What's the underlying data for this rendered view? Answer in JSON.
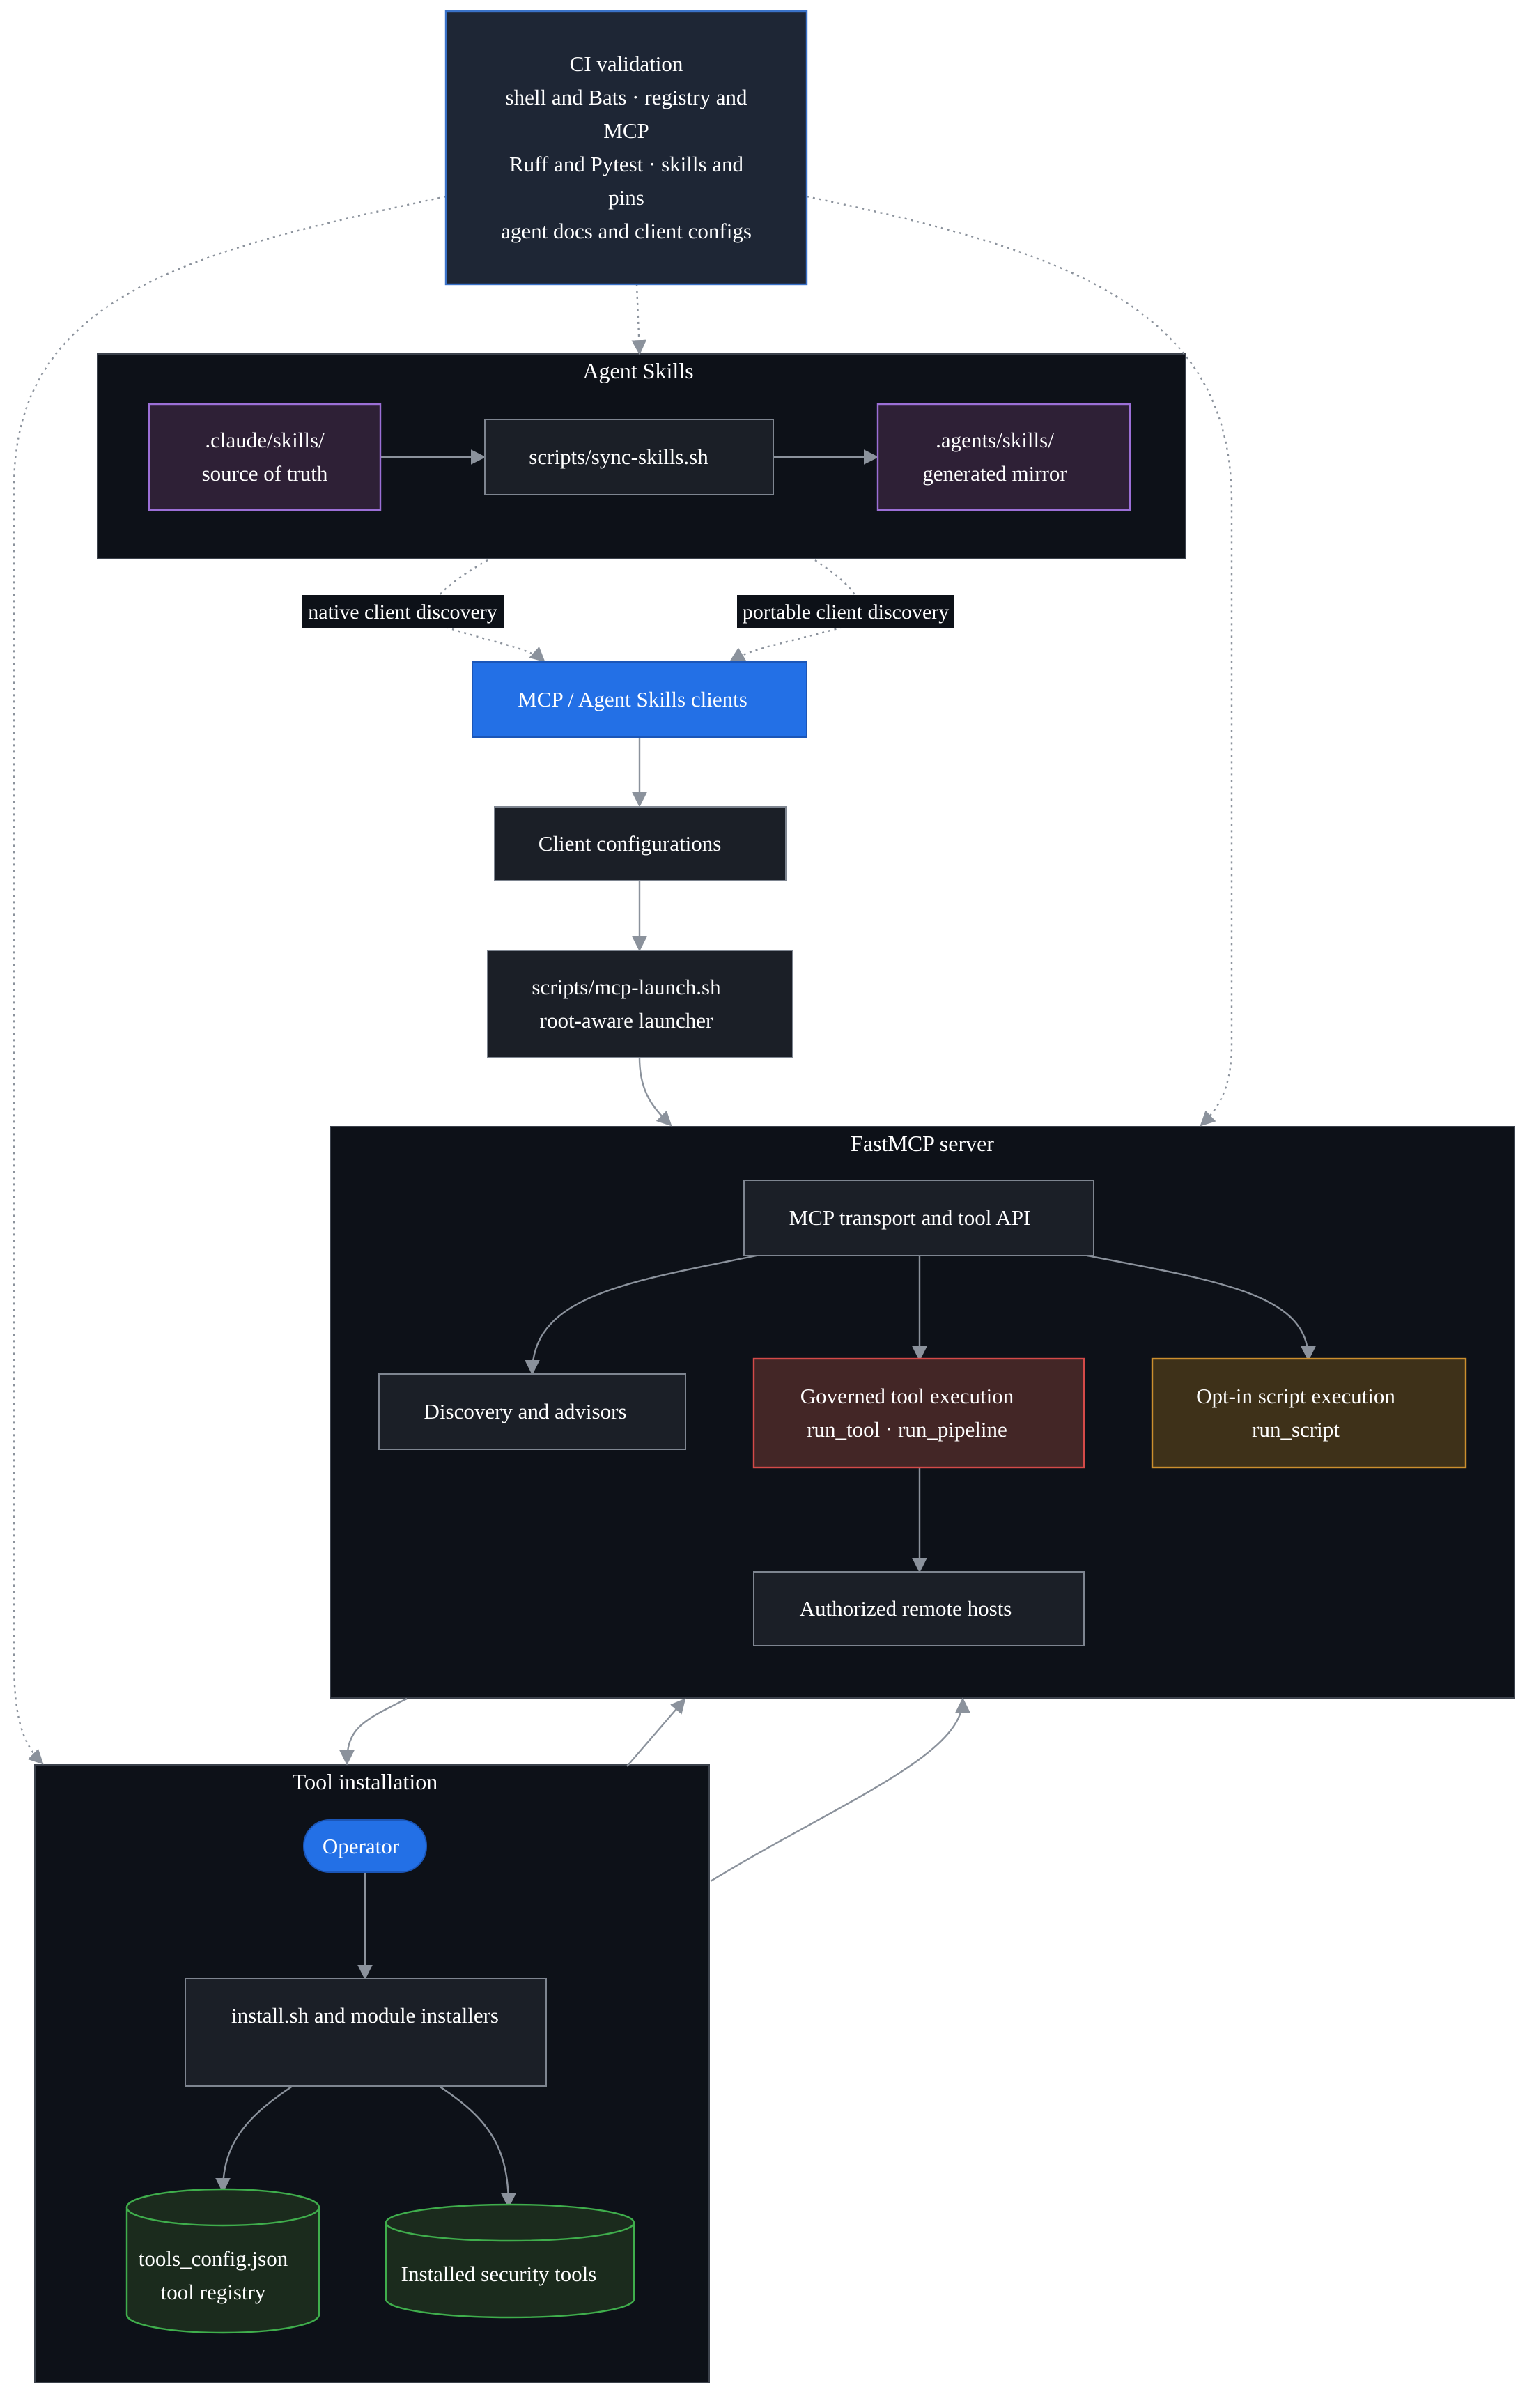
{
  "clusters": {
    "agent_skills": {
      "title": "Agent Skills"
    },
    "fastmcp_server": {
      "title": "FastMCP server"
    },
    "tool_installation": {
      "title": "Tool installation"
    }
  },
  "nodes": {
    "ci_validation": {
      "lines": [
        "CI validation",
        "shell and Bats · registry and",
        "MCP",
        "Ruff and Pytest · skills and",
        "pins",
        "agent docs and client configs"
      ]
    },
    "claude_skills": {
      "lines": [
        ".claude/skills/",
        "source of truth"
      ]
    },
    "sync_skills": {
      "lines": [
        "scripts/sync-skills.sh"
      ]
    },
    "agents_skills": {
      "lines": [
        ".agents/skills/",
        "generated mirror"
      ]
    },
    "mcp_clients": {
      "lines": [
        "MCP / Agent Skills clients"
      ]
    },
    "client_configs": {
      "lines": [
        "Client configurations"
      ]
    },
    "mcp_launch": {
      "lines": [
        "scripts/mcp-launch.sh",
        "root-aware launcher"
      ]
    },
    "transport_api": {
      "lines": [
        "MCP transport and tool API"
      ]
    },
    "discovery": {
      "lines": [
        "Discovery and advisors"
      ]
    },
    "governed_exec": {
      "lines": [
        "Governed tool execution",
        "run_tool · run_pipeline"
      ]
    },
    "optin_exec": {
      "lines": [
        "Opt-in script execution",
        "run_script"
      ]
    },
    "remote_hosts": {
      "lines": [
        "Authorized remote hosts"
      ]
    },
    "operator": {
      "lines": [
        "Operator"
      ]
    },
    "install_sh": {
      "lines": [
        "install.sh and module installers"
      ]
    },
    "tools_config": {
      "lines": [
        "tools_config.json",
        "tool registry"
      ]
    },
    "installed_tools": {
      "lines": [
        "Installed security tools"
      ]
    }
  },
  "edge_labels": {
    "native_discovery": "native client discovery",
    "portable_discovery": "portable client discovery"
  },
  "colors": {
    "background": "#ffffff",
    "cluster_fill": "#0d1118",
    "node_dark": "#1e2430",
    "node_border": "#7e8590",
    "skills_fill": "#2e2036",
    "skills_border": "#9b6fd6",
    "client_blue": "#2370e6",
    "governed_fill": "#432626",
    "governed_border": "#d44a48",
    "optin_fill": "#3e3119",
    "optin_border": "#cc8f2e",
    "db_fill": "#1b2b1d",
    "db_border": "#3fae4c",
    "edge": "#8b929c"
  }
}
